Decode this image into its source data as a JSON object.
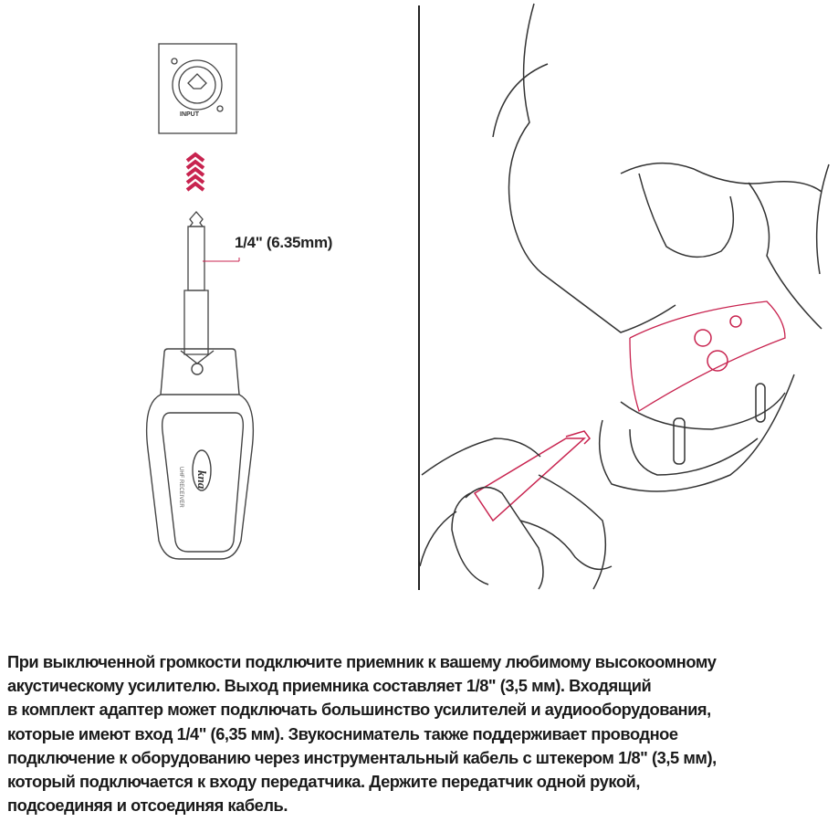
{
  "illustration": {
    "input_jack_label": "INPUT",
    "plug_size_label": "1/4\" (6.35mm)",
    "device_logo": "kna",
    "device_model_text": "UHF RECEIVER",
    "accent_color": "#c8234f"
  },
  "description": {
    "lines": [
      "При выключенной громкости подключите приемник к вашему любимому высокоомному",
      "акустическому усилителю. Выход приемника составляет 1/8\" (3,5 мм). Входящий",
      "в комплект адаптер может подключать большинство усилителей и аудиооборудования,",
      "которые имеют вход 1/4\" (6,35 мм). Звукосниматель также поддерживает проводное",
      "подключение к оборудованию через инструментальный кабель с штекером 1/8\" (3,5 мм),",
      "который подключается к входу передатчика. Держите передатчик одной рукой,",
      "подсоединяя и отсоединяя кабель."
    ]
  }
}
